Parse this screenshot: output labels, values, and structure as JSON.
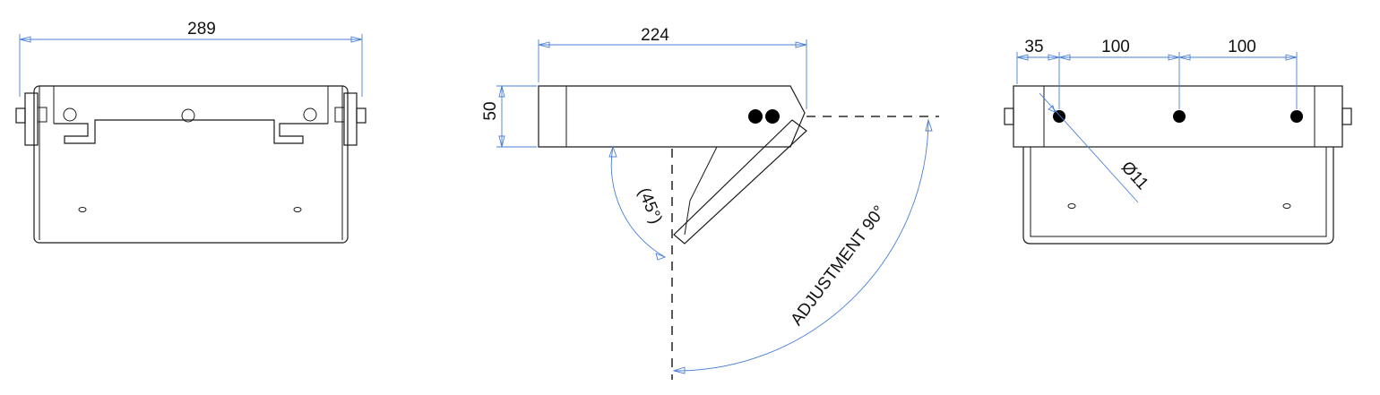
{
  "views": {
    "left": {
      "overall_width": "289"
    },
    "middle": {
      "length": "224",
      "height": "50",
      "tilt_angle": "(45°)",
      "adjustment_label": "ADJUSTMENT 90°"
    },
    "right": {
      "edge_offset": "35",
      "hole_spacing_1": "100",
      "hole_spacing_2": "100",
      "hole_diameter": "Ø11"
    }
  }
}
